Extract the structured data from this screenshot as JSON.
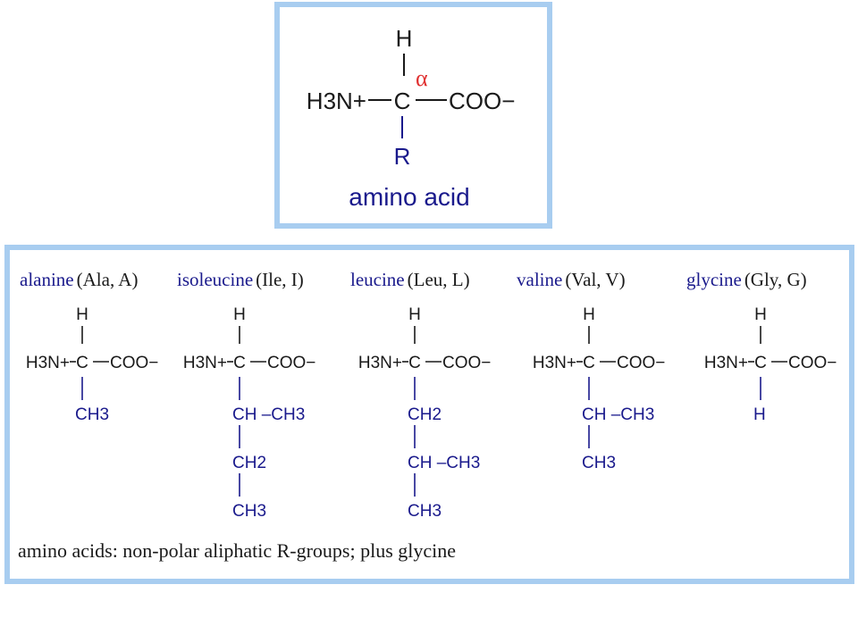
{
  "colors": {
    "frame": "#a8cdf0",
    "black": "#1a1a1a",
    "blue": "#1a1a8c",
    "red": "#e03030",
    "background": "#ffffff"
  },
  "general": {
    "top_h": "H",
    "alpha": "α",
    "left_group": "H3N+",
    "carbon": "C",
    "right_group": "COO−",
    "side_chain": "R",
    "caption": "amino acid"
  },
  "amino_acids": [
    {
      "name": "alanine",
      "abbr": "(Ala, A)",
      "chain": [
        "CH3"
      ]
    },
    {
      "name": "isoleucine",
      "abbr": "(Ile, I)",
      "chain": [
        "CH –CH3",
        "CH2",
        "CH3"
      ]
    },
    {
      "name": "leucine",
      "abbr": "(Leu, L)",
      "chain": [
        "CH2",
        "CH –CH3",
        "CH3"
      ]
    },
    {
      "name": "valine",
      "abbr": "(Val, V)",
      "chain": [
        "CH –CH3",
        "CH3"
      ]
    },
    {
      "name": "glycine",
      "abbr": "(Gly, G)",
      "chain": [
        "H"
      ]
    }
  ],
  "structure_labels": {
    "top_h": "H",
    "left_group": "H3N+",
    "carbon": "C",
    "right_group": "COO−"
  },
  "caption": "amino acids: non-polar aliphatic R-groups; plus glycine"
}
